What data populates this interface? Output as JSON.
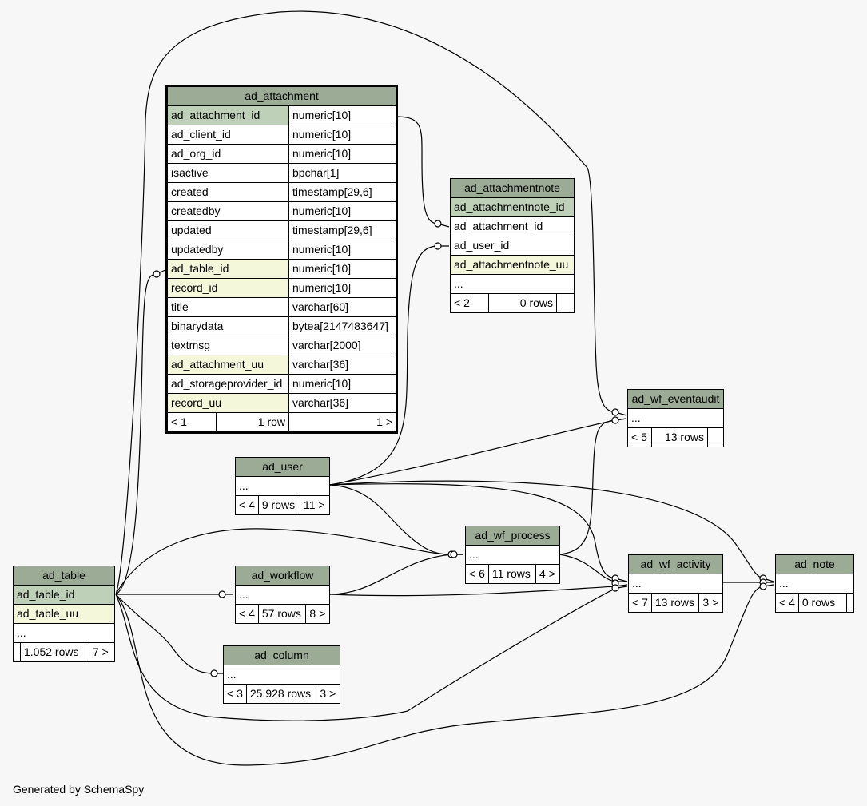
{
  "footer": "Generated by SchemaSpy",
  "ad_attachment": {
    "name": "ad_attachment",
    "columns": [
      {
        "name": "ad_attachment_id",
        "type": "numeric[10]"
      },
      {
        "name": "ad_client_id",
        "type": "numeric[10]"
      },
      {
        "name": "ad_org_id",
        "type": "numeric[10]"
      },
      {
        "name": "isactive",
        "type": "bpchar[1]"
      },
      {
        "name": "created",
        "type": "timestamp[29,6]"
      },
      {
        "name": "createdby",
        "type": "numeric[10]"
      },
      {
        "name": "updated",
        "type": "timestamp[29,6]"
      },
      {
        "name": "updatedby",
        "type": "numeric[10]"
      },
      {
        "name": "ad_table_id",
        "type": "numeric[10]"
      },
      {
        "name": "record_id",
        "type": "numeric[10]"
      },
      {
        "name": "title",
        "type": "varchar[60]"
      },
      {
        "name": "binarydata",
        "type": "bytea[2147483647]"
      },
      {
        "name": "textmsg",
        "type": "varchar[2000]"
      },
      {
        "name": "ad_attachment_uu",
        "type": "varchar[36]"
      },
      {
        "name": "ad_storageprovider_id",
        "type": "numeric[10]"
      },
      {
        "name": "record_uu",
        "type": "varchar[36]"
      }
    ],
    "parents": "< 1",
    "rows": "1 row",
    "children": "1 >"
  },
  "ad_attachmentnote": {
    "name": "ad_attachmentnote",
    "columns": [
      "ad_attachmentnote_id",
      "ad_attachment_id",
      "ad_user_id",
      "ad_attachmentnote_uu",
      "..."
    ],
    "parents": "< 2",
    "rows": "0 rows",
    "children": ""
  },
  "ad_wf_eventaudit": {
    "name": "ad_wf_eventaudit",
    "more": "...",
    "parents": "< 5",
    "rows": "13 rows",
    "children": ""
  },
  "ad_user": {
    "name": "ad_user",
    "more": "...",
    "parents": "< 4",
    "rows": "9 rows",
    "children": "11 >"
  },
  "ad_table": {
    "name": "ad_table",
    "columns": [
      "ad_table_id",
      "ad_table_uu",
      "..."
    ],
    "parents": "",
    "rows": "1.052 rows",
    "children": "7 >"
  },
  "ad_workflow": {
    "name": "ad_workflow",
    "more": "...",
    "parents": "< 4",
    "rows": "57 rows",
    "children": "8 >"
  },
  "ad_wf_process": {
    "name": "ad_wf_process",
    "more": "...",
    "parents": "< 6",
    "rows": "11 rows",
    "children": "4 >"
  },
  "ad_wf_activity": {
    "name": "ad_wf_activity",
    "more": "...",
    "parents": "< 7",
    "rows": "13 rows",
    "children": "3 >"
  },
  "ad_note": {
    "name": "ad_note",
    "more": "...",
    "parents": "< 4",
    "rows": "0 rows",
    "children": ""
  },
  "ad_column": {
    "name": "ad_column",
    "more": "...",
    "parents": "< 3",
    "rows": "25.928 rows",
    "children": "3 >"
  }
}
